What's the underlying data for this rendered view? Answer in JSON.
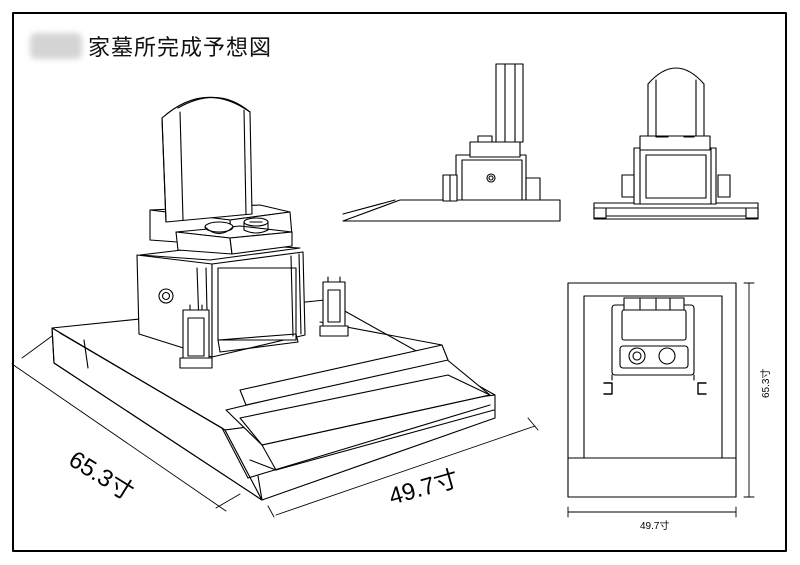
{
  "title": "家墓所完成予想図",
  "dimensions": {
    "depth": "65.3寸",
    "width": "49.7寸"
  }
}
